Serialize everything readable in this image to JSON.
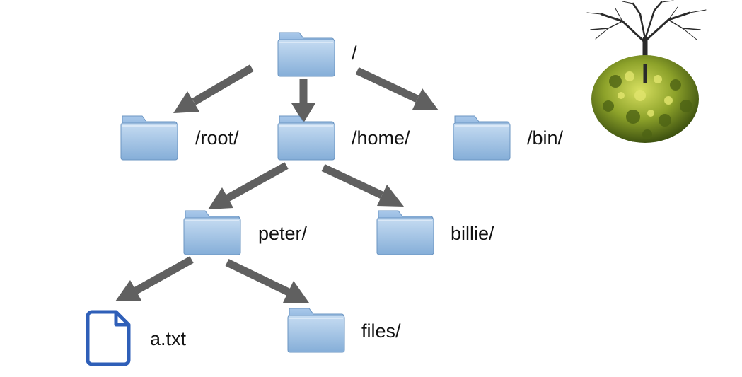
{
  "nodes": [
    {
      "id": "root_dir",
      "type": "folder",
      "label": "/"
    },
    {
      "id": "root_home",
      "type": "folder",
      "label": "/root/"
    },
    {
      "id": "home",
      "type": "folder",
      "label": "/home/"
    },
    {
      "id": "bin",
      "type": "folder",
      "label": "/bin/"
    },
    {
      "id": "peter",
      "type": "folder",
      "label": "peter/"
    },
    {
      "id": "billie",
      "type": "folder",
      "label": "billie/"
    },
    {
      "id": "a_txt",
      "type": "file",
      "label": "a.txt"
    },
    {
      "id": "files",
      "type": "folder",
      "label": "files/"
    }
  ],
  "edges": [
    {
      "from": "root_dir",
      "to": "root_home"
    },
    {
      "from": "root_dir",
      "to": "home"
    },
    {
      "from": "root_dir",
      "to": "bin"
    },
    {
      "from": "home",
      "to": "peter"
    },
    {
      "from": "home",
      "to": "billie"
    },
    {
      "from": "peter",
      "to": "a_txt"
    },
    {
      "from": "peter",
      "to": "files"
    }
  ],
  "colors": {
    "arrow": "#606060",
    "folder_light": "#b9d4ee",
    "folder_dark": "#7ea8d3",
    "folder_edge": "#5d89b8",
    "file_outline": "#2f5fb8"
  },
  "decoration": {
    "icon": "tree-with-roots-illustration"
  }
}
